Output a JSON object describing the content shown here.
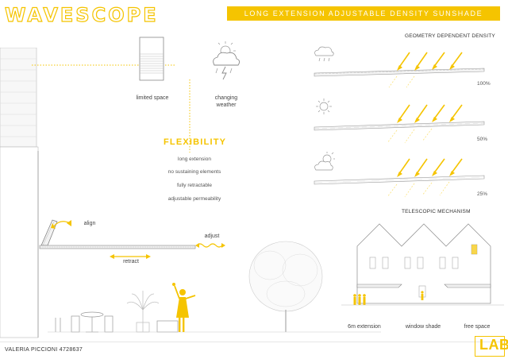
{
  "header": {
    "title": "WAVESCOPE",
    "subtitle": "LONG EXTENSION ADJUSTABLE DENSITY SUNSHADE"
  },
  "constraints": {
    "limited_space": "limited space",
    "changing_weather": "changing weather"
  },
  "flexibility": {
    "title": "FLEXIBILITY",
    "features": [
      "long extension",
      "no sustaining elements",
      "fully retractable",
      "adjustable permeability"
    ]
  },
  "mechanism": {
    "align": "align",
    "adjust": "adjust",
    "retract": "retract"
  },
  "density": {
    "header": "GEOMETRY DEPENDENT DENSITY",
    "levels": [
      {
        "weather": "cloudy-rain-icon",
        "percent": "100%"
      },
      {
        "weather": "sun-icon",
        "percent": "50%"
      },
      {
        "weather": "partly-cloudy-icon",
        "percent": "25%"
      }
    ]
  },
  "telescopic": {
    "header": "TELESCOPIC MECHANISM",
    "captions": [
      "6m extension",
      "window shade",
      "free space"
    ]
  },
  "footer": {
    "author": "VALERIA PICCIONI   4728637",
    "logo": "LAB"
  },
  "colors": {
    "accent": "#f5c400",
    "line": "#9a9a9a"
  }
}
